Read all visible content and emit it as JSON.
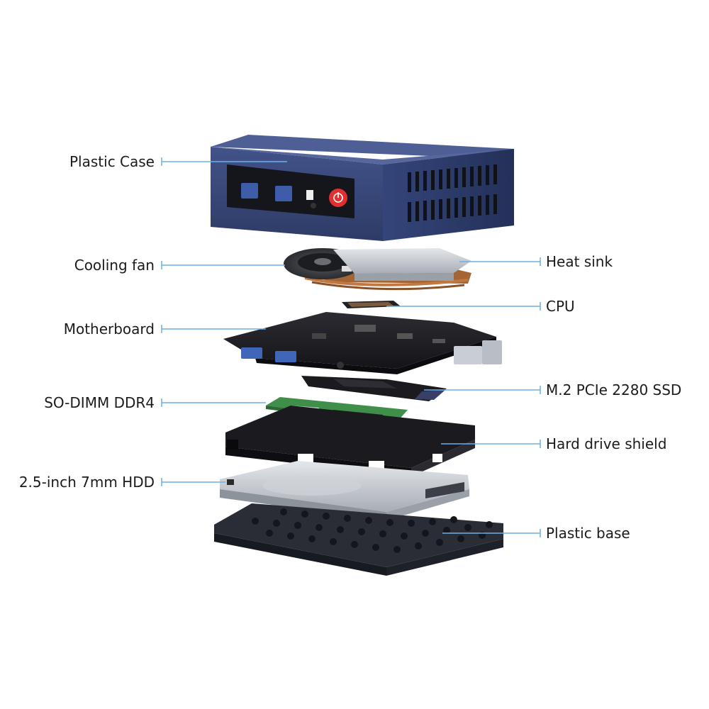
{
  "labels_left": [
    {
      "id": "plastic-case",
      "text": "Plastic Case"
    },
    {
      "id": "cooling-fan",
      "text": "Cooling fan"
    },
    {
      "id": "motherboard",
      "text": "Motherboard"
    },
    {
      "id": "so-dimm",
      "text": "SO-DIMM DDR4"
    },
    {
      "id": "hdd",
      "text": "2.5-inch 7mm HDD"
    }
  ],
  "labels_right": [
    {
      "id": "heat-sink",
      "text": "Heat sink"
    },
    {
      "id": "cpu",
      "text": "CPU"
    },
    {
      "id": "ssd",
      "text": "M.2 PCIe 2280 SSD"
    },
    {
      "id": "hdd-shield",
      "text": "Hard drive shield"
    },
    {
      "id": "plastic-base",
      "text": "Plastic base"
    }
  ],
  "colors": {
    "case": "#3a4a7a",
    "case_top": "#4a5c90",
    "case_dark": "#2a365c",
    "callout_line": "#6ab0ea",
    "power_button": "#e03030",
    "pcb": "#1e1e22",
    "ram_green": "#3f8f4a",
    "copper": "#c07840",
    "metal": "#c9cdd3"
  }
}
